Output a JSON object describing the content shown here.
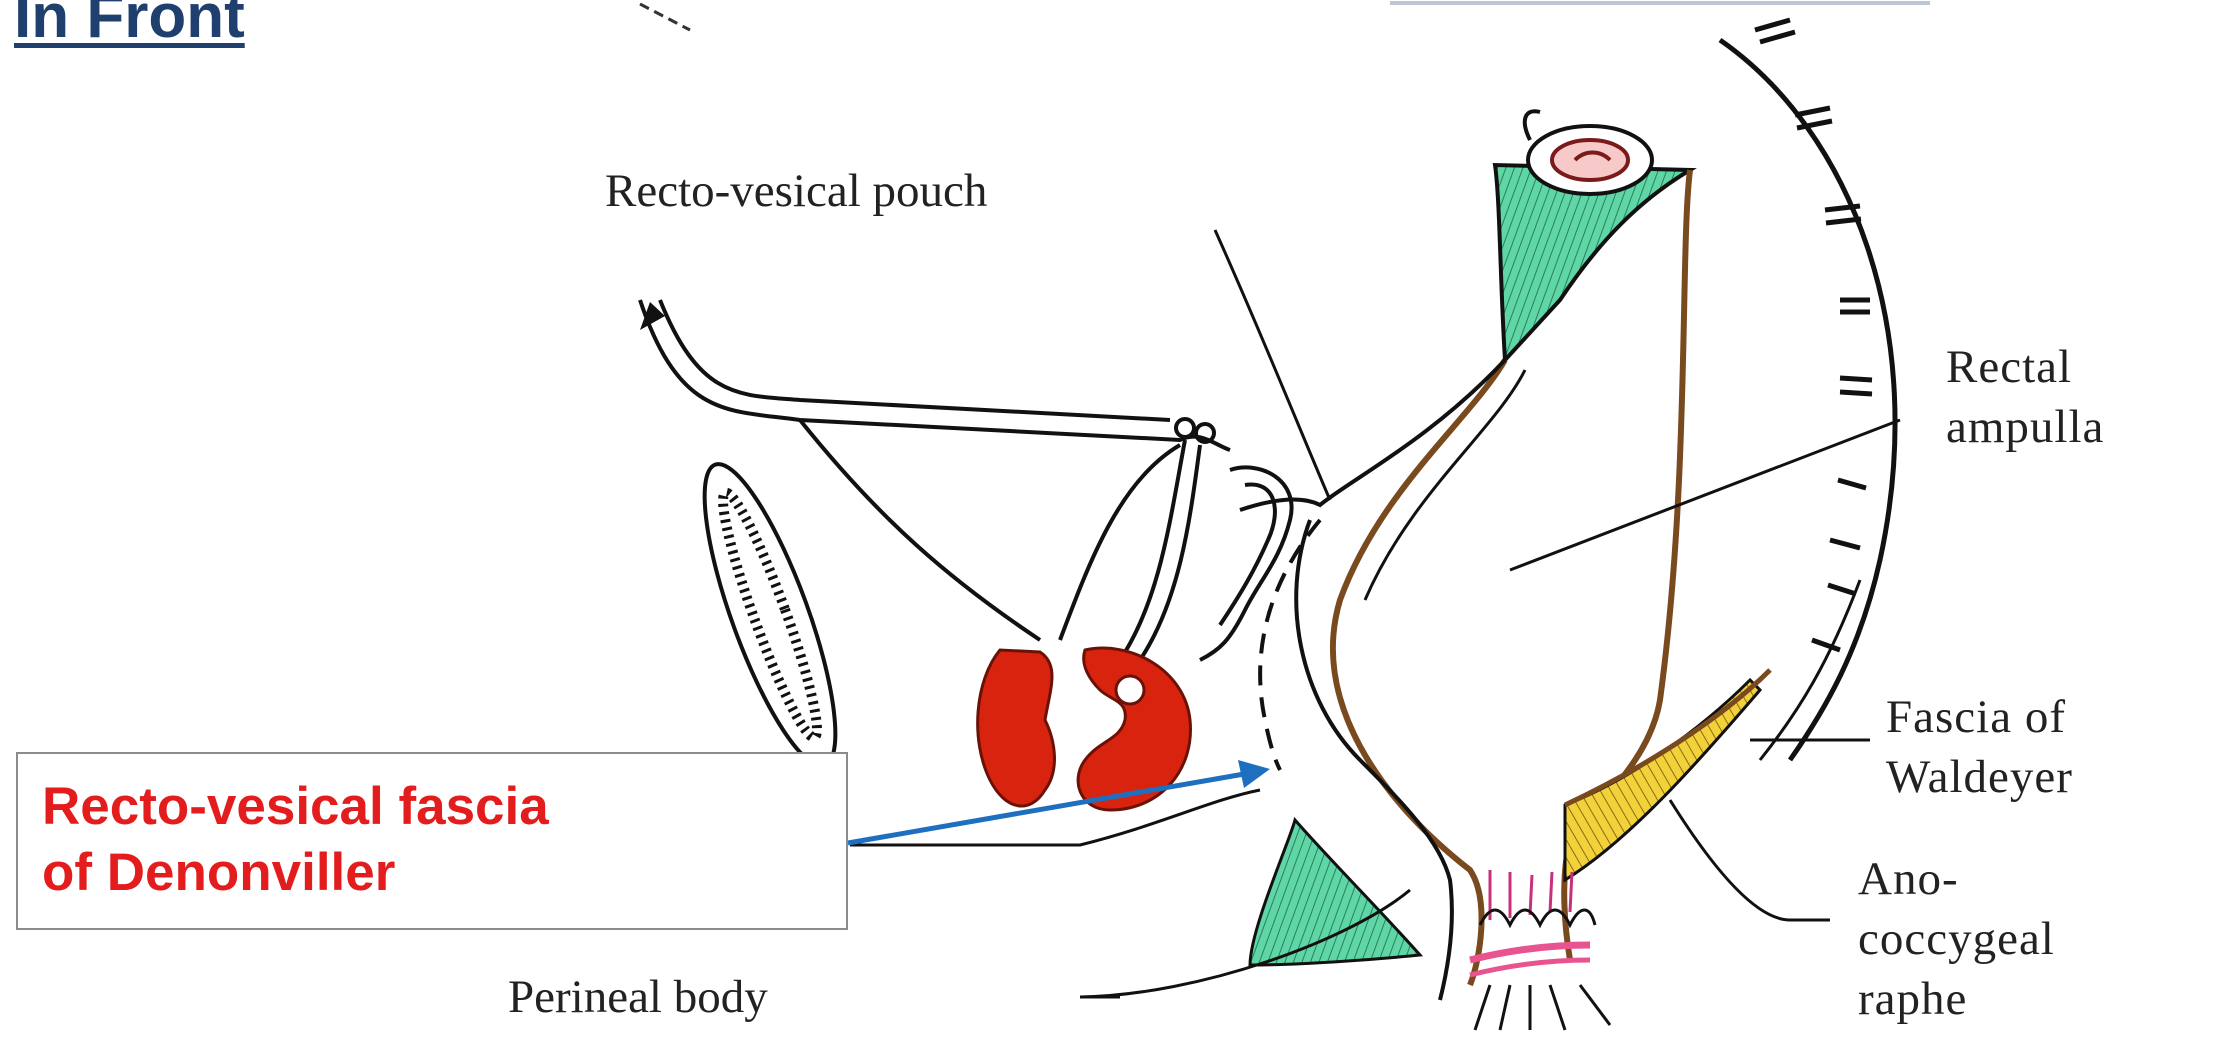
{
  "heading": "In Front",
  "labels": {
    "recto_vesical_pouch": "Recto-vesical pouch",
    "rectal_ampulla_line1": "Rectal",
    "rectal_ampulla_line2": "ampulla",
    "fascia_of_waldeyer_line1": "Fascia of",
    "fascia_of_waldeyer_line2": "Waldeyer",
    "ano_coccygeal_raphe_line1": "Ano-",
    "ano_coccygeal_raphe_line2": "coccygeal",
    "ano_coccygeal_raphe_line3": "raphe",
    "perineal_body": "Perineal body"
  },
  "callout": {
    "line1": "Recto-vesical fascia",
    "line2": "of Denonviller"
  },
  "colors": {
    "heading": "#1f3f6e",
    "callout_text": "#e31d1d",
    "arrow": "#1f6fc0",
    "muscle_green": "#5fd6a6",
    "prostate_red": "#d8230f",
    "wall_brown": "#7a4a1f",
    "fascia_yellow": "#f2d23a",
    "sphincter_pink": "#e8548f"
  }
}
